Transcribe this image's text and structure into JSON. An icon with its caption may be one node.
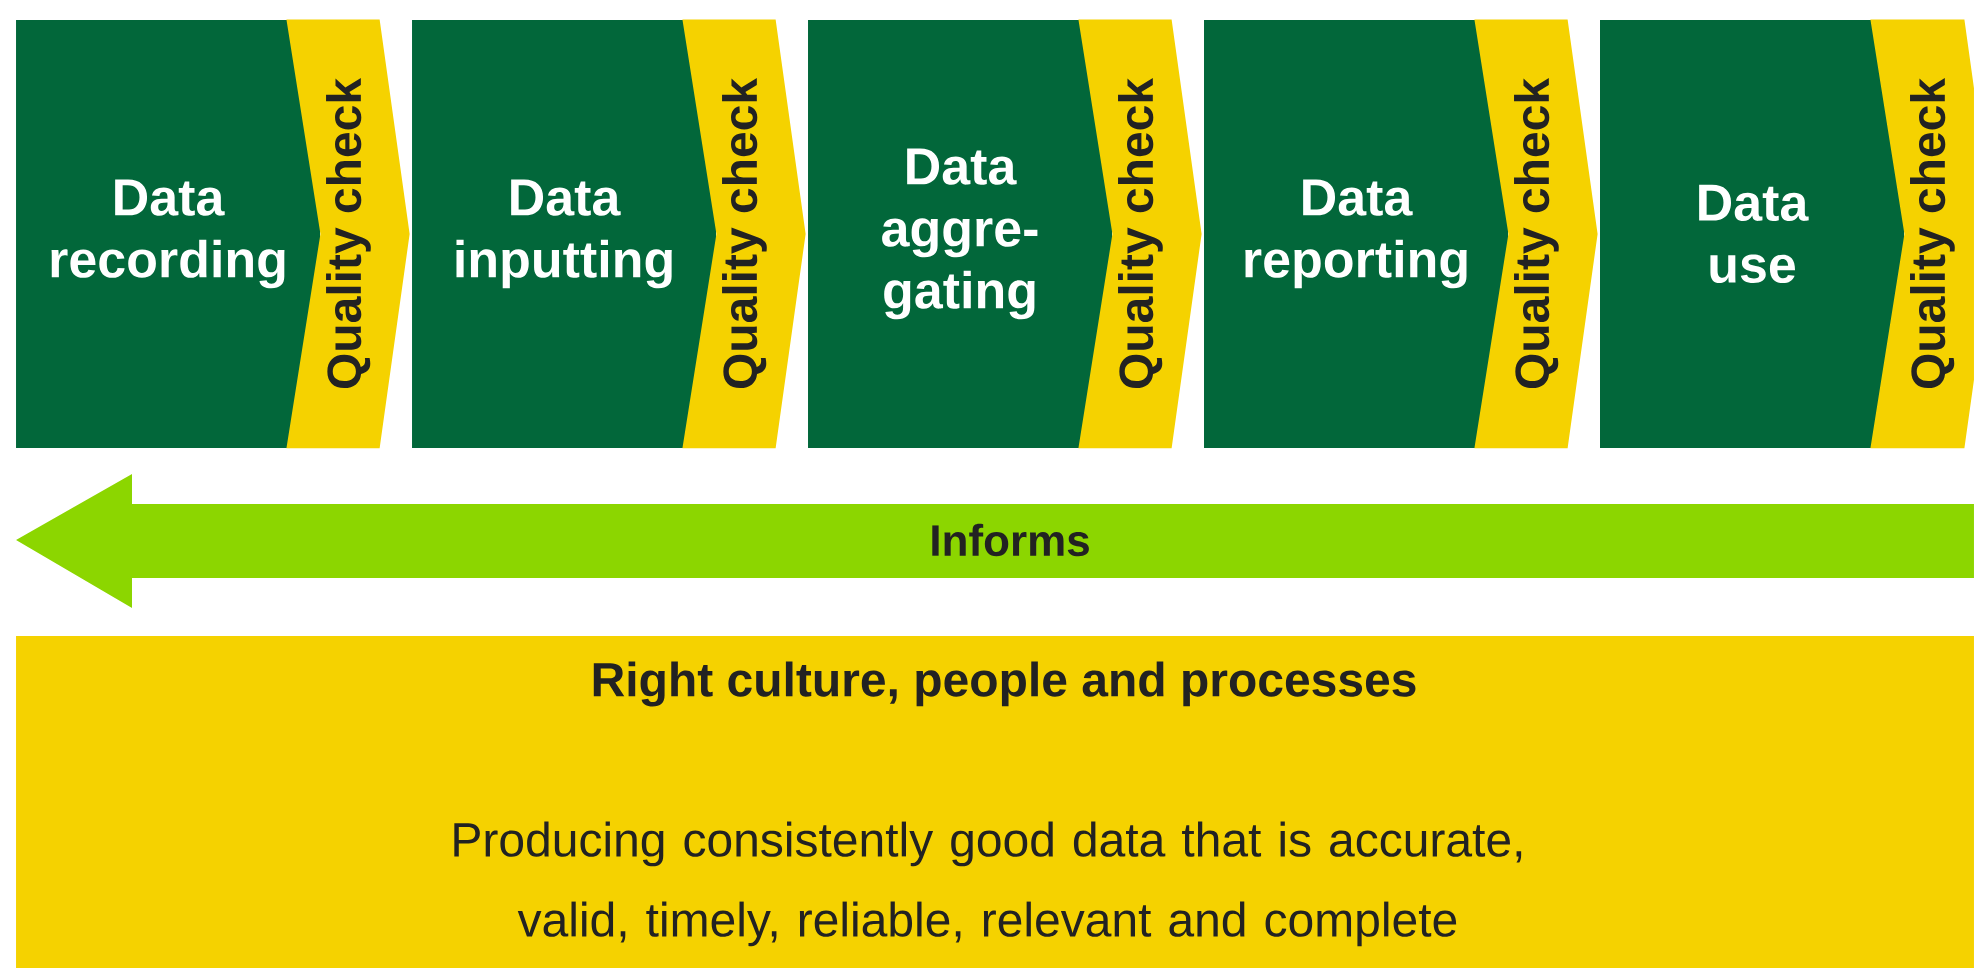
{
  "diagram": {
    "nodes": [
      {
        "text": [
          "Data recording"
        ]
      },
      {
        "text": [
          "Data inputting"
        ]
      },
      {
        "text": [
          "Data aggre-gating"
        ]
      },
      {
        "text": [
          "Data reporting"
        ]
      },
      {
        "text": [
          "Data use"
        ]
      },
      {
        "text": [
          "Informs"
        ]
      },
      {
        "text": [
          "Right culture, people and processes",
          "Producing consistently good data that is accurate, valid, timely, reliable, relevant and complete"
        ]
      }
    ],
    "edges": [
      {
        "from": 0,
        "to": 1,
        "arrow": "to",
        "label": "Quality check"
      },
      {
        "from": 1,
        "to": 2,
        "arrow": "to",
        "label": "Quality check"
      },
      {
        "from": 2,
        "to": 3,
        "arrow": "to",
        "label": "Quality check"
      },
      {
        "from": 3,
        "to": 4,
        "arrow": "to",
        "label": "Quality check"
      },
      {
        "from": 4,
        "to": null,
        "arrow": "to",
        "label": "Quality check"
      }
    ]
  }
}
